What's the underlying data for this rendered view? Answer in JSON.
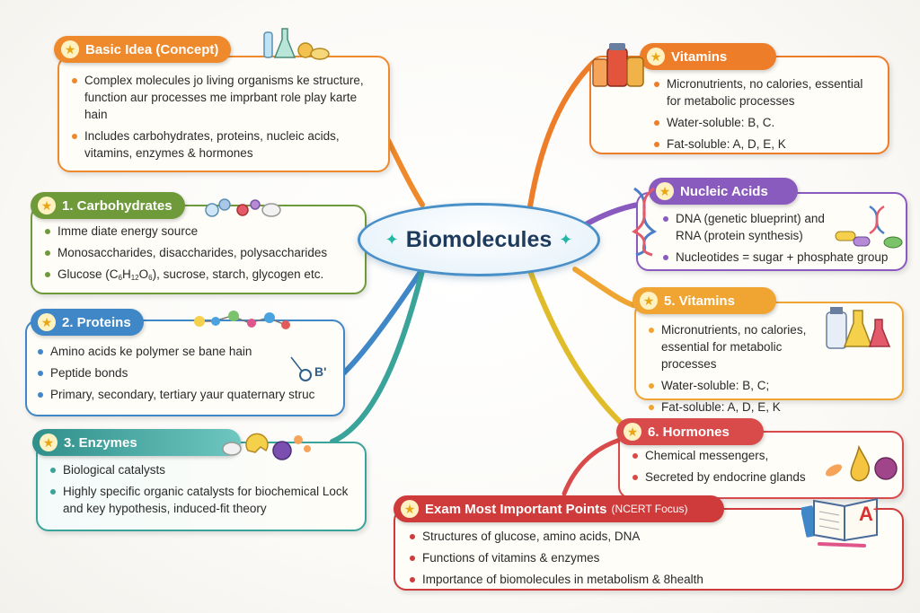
{
  "center": {
    "title": "Biomolecules"
  },
  "colors": {
    "basic": "#ef8a2c",
    "vitamins_top": "#ee7d2a",
    "carbs": "#6f9a3a",
    "nucleic": "#8a5bbf",
    "proteins": "#3f87c6",
    "vitamins5": "#f0a532",
    "enzymes": "#3aa39a",
    "hormones": "#d94a4a",
    "exam": "#cf3a3a"
  },
  "nodes": {
    "basic": {
      "title": "Basic Idea (Concept)",
      "points": [
        "Complex molecules jo living organisms ke structure, function aur processes me imprbant role play karte hain",
        "Includes carbohydrates, proteins, nucleic acids, vitamins, enzymes & hormones"
      ]
    },
    "vitamins_top": {
      "title": "Vitamins",
      "points": [
        "Micronutrients, no calories, essential for metabolic processes",
        "Water-soluble: B, C.",
        "Fat-soluble: A, D, E, K"
      ]
    },
    "carbs": {
      "title": "1. Carbohydrates",
      "points": [
        "Imme diate energy source",
        "Monosaccharides, disaccharides, polysaccharides"
      ],
      "glucose_prefix": "Glucose (C",
      "glucose_c": "6",
      "glucose_h": "H",
      "glucose_hn": "12",
      "glucose_o": "O",
      "glucose_on": "6",
      "glucose_suffix": "), sucrose, starch, glycogen etc."
    },
    "nucleic": {
      "title": "Nucleic Acids",
      "points": [
        "DNA (genetic blueprint) and RNA (protein synthesis)",
        "Nucleotides = sugar + phosphate group"
      ]
    },
    "proteins": {
      "title": "2. Proteins",
      "points": [
        "Amino acids ke polymer se bane hain",
        "Peptide bonds",
        "Primary, secondary, tertiary yaur quaternary struc"
      ]
    },
    "vitamins5": {
      "title": "5. Vitamins",
      "points": [
        "Micronutrients, no calories, essential for metabolic processes",
        "Water-soluble: B, C;",
        "Fat-soluble: A, D, E, K"
      ]
    },
    "enzymes": {
      "title": "3. Enzymes",
      "points": [
        "Biological catalysts",
        "Highly specific organic catalysts for biochemical Lock and key hypothesis, induced-fit theory"
      ]
    },
    "hormones": {
      "title": "6. Hormones",
      "points": [
        "Chemical messengers,",
        "Secreted by endocrine glands"
      ]
    },
    "exam": {
      "title_main": "Exam Most Important Points",
      "title_tag": "(NCERT Focus)",
      "points": [
        "Structures of glucose, amino acids, DNA",
        "Functions of vitamins & enzymes",
        "Importance of biomolecules in metabolism & 8health"
      ]
    }
  },
  "decor": {
    "protein_label": "B'",
    "book_label": "A",
    "book_sup": "+"
  }
}
